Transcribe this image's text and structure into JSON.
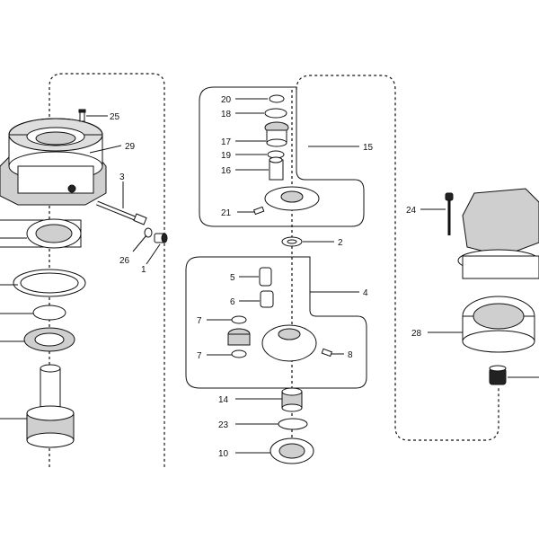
{
  "callouts": {
    "c1": "1",
    "c2": "2",
    "c3": "3",
    "c4": "4",
    "c5": "5",
    "c6": "6",
    "c7a": "7",
    "c7b": "7",
    "c8": "8",
    "c10": "10",
    "c14": "14",
    "c15": "15",
    "c16": "16",
    "c17": "17",
    "c18": "18",
    "c19": "19",
    "c20": "20",
    "c21": "21",
    "c23": "23",
    "c24": "24",
    "c25": "25",
    "c26": "26",
    "c28": "28",
    "c29": "29"
  }
}
